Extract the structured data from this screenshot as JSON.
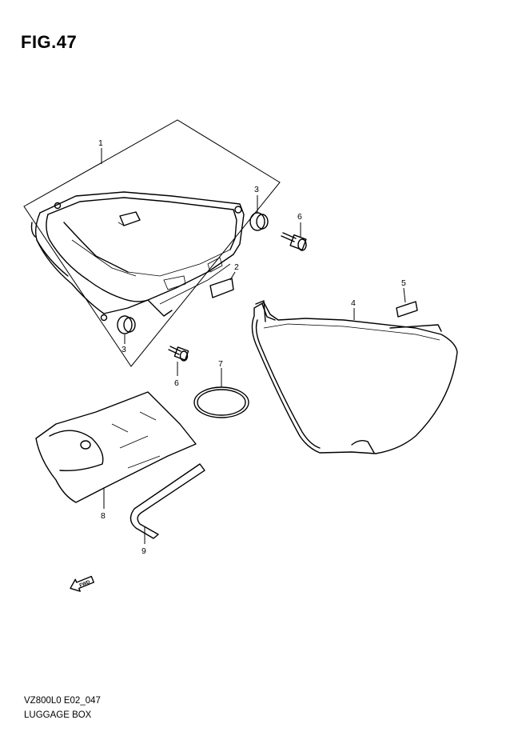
{
  "figure": {
    "title": "FIG.47",
    "code": "VZ800L0 E02_047",
    "name": "LUGGAGE BOX"
  },
  "callouts": [
    "1",
    "2",
    "3",
    "3",
    "4",
    "5",
    "6",
    "6",
    "7",
    "8",
    "9"
  ],
  "fwd_label": "FWD"
}
